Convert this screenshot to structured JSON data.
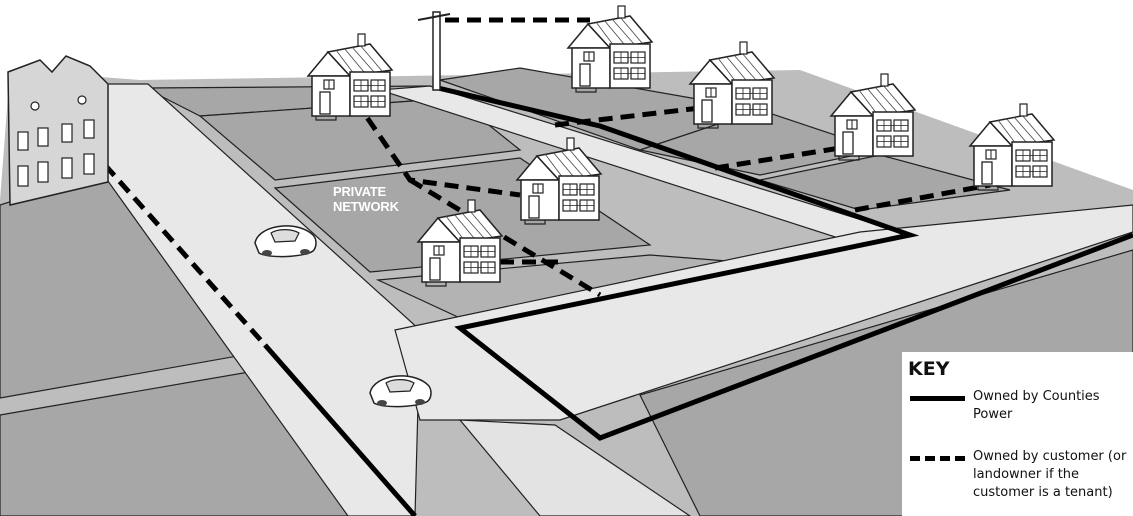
{
  "diagram": {
    "label_private": [
      "PRIVATE",
      "NETWORK"
    ]
  },
  "key": {
    "title": "KEY",
    "items": [
      {
        "style": "solid",
        "text": "Owned by Counties Power"
      },
      {
        "style": "dashed",
        "text": "Owned by customer (or landowner if the customer is a tenant)"
      }
    ]
  },
  "colors": {
    "road": "#e9e9e9",
    "lot": "#a9a9a9",
    "ground": "#b9b9b9",
    "line": "#000000",
    "house": "#ffffff"
  },
  "icons": [
    "house-icon",
    "townhouse-icon",
    "car-icon",
    "power-pole-icon"
  ]
}
